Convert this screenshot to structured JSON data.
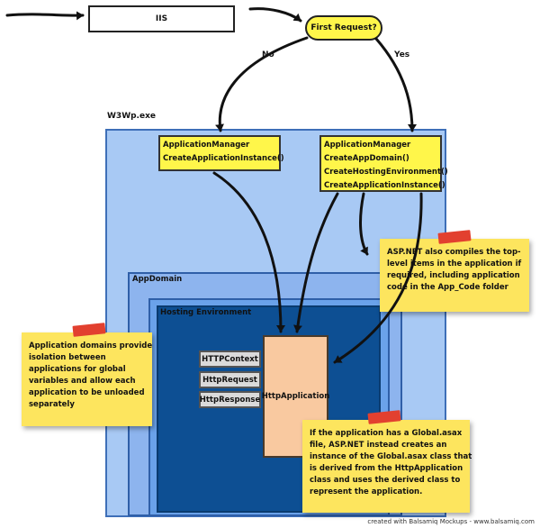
{
  "nodes": {
    "iis": "IIS",
    "first_request": "First Request?",
    "no_label": "No",
    "yes_label": "Yes",
    "w3wp": "W3Wp.exe",
    "appdomain": "AppDomain",
    "hosting_env": "Hosting Environment",
    "http_application": "HttpApplication"
  },
  "app_manager_no": [
    "ApplicationManager",
    "CreateApplicationInstance()"
  ],
  "app_manager_yes": [
    "ApplicationManager",
    "CreateAppDomain()",
    "CreateHostingEnvironment()",
    "CreateApplicationInstance()"
  ],
  "context_items": [
    "HTTPContext",
    "HttpRequest",
    "HttpResponse"
  ],
  "notes": {
    "aspnet_compile": [
      "ASP.NET also compiles the top-",
      "level items in the application if",
      "required, including application",
      "code in the App_Code folder"
    ],
    "app_domains": [
      "Application domains provide",
      "isolation between",
      "applications for global",
      "variables and allow each",
      "application to be unloaded",
      "separately"
    ],
    "global_asax": [
      "If the application has a Global.asax",
      "file, ASP.NET instead creates an",
      "instance of the Global.asax class that",
      "is derived from the HttpApplication",
      "class and uses the derived class to",
      "represent the application."
    ]
  },
  "credit": "created with Balsamiq Mockups - www.balsamiq.com",
  "colors": {
    "yellow_box": "#fff64a",
    "sticky_note": "#fde55e",
    "tape": "#e2402f",
    "w3wp_fill": "#a8c9f4",
    "hosting_inner": "#0d4f93",
    "http_app_fill": "#f9c9a0"
  }
}
